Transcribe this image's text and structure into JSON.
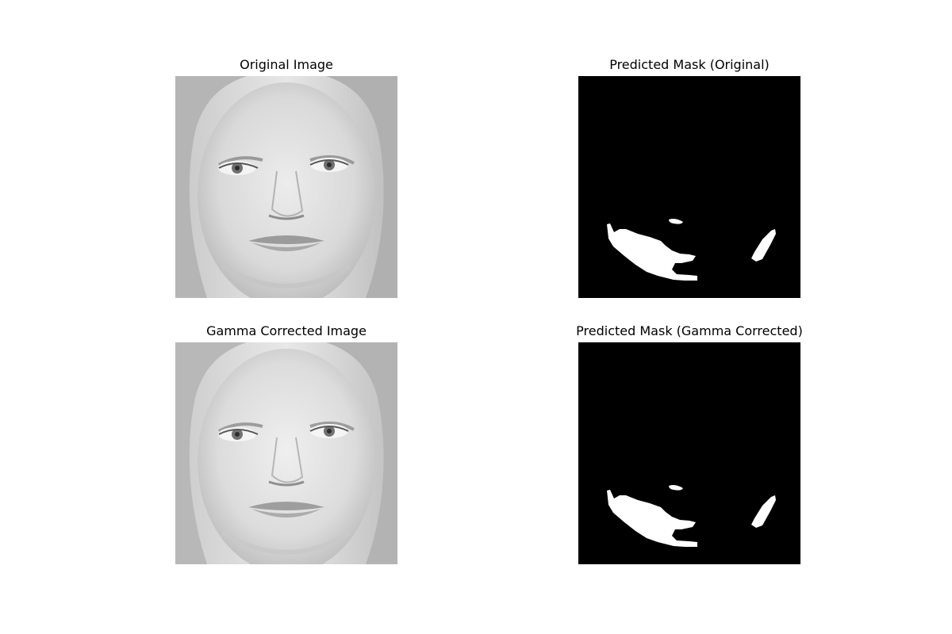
{
  "figure": {
    "panels": [
      {
        "title": "Original Image",
        "content": "grayscale-face-photo"
      },
      {
        "title": "Predicted Mask (Original)",
        "content": "binary-segmentation-mask"
      },
      {
        "title": "Gamma Corrected Image",
        "content": "grayscale-face-photo"
      },
      {
        "title": "Predicted Mask (Gamma Corrected)",
        "content": "binary-segmentation-mask"
      }
    ]
  },
  "colors": {
    "background": "#ffffff",
    "mask_background": "#000000",
    "mask_foreground": "#ffffff"
  }
}
